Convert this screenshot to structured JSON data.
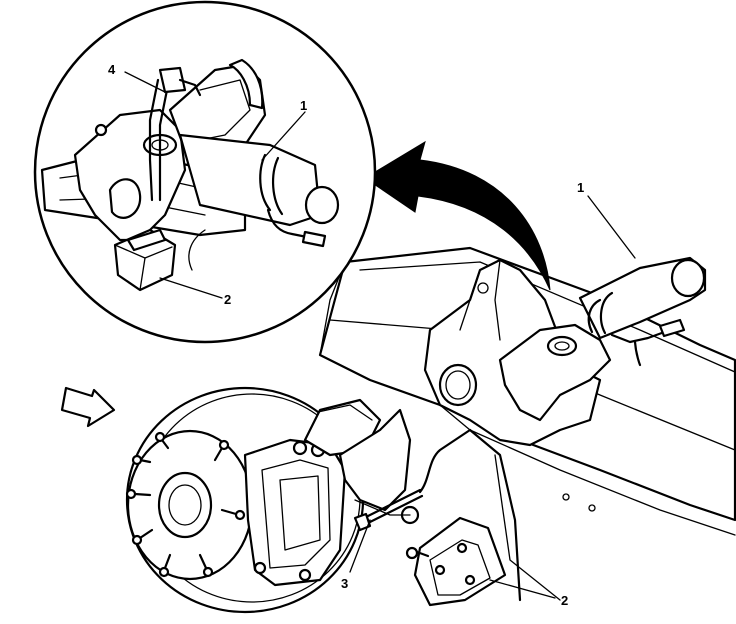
{
  "callouts": {
    "inset_4": "4",
    "inset_1": "1",
    "inset_2": "2",
    "main_1": "1",
    "main_3": "3",
    "main_2": "2"
  }
}
